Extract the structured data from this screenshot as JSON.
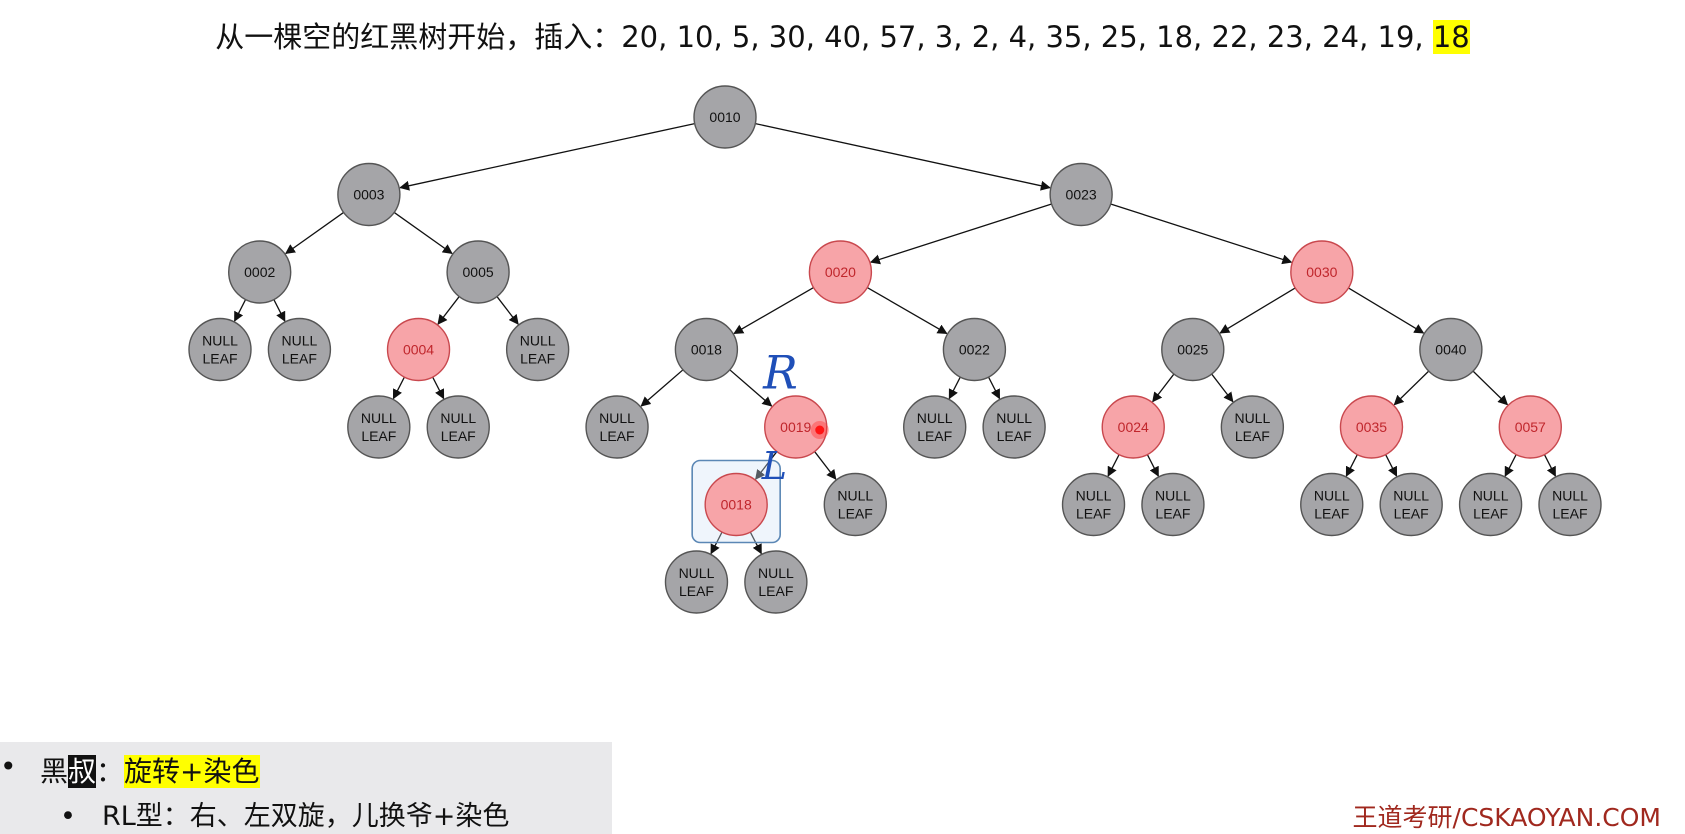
{
  "title": {
    "prefix": "从一棵空的红黑树开始，插入：20, 10, 5, 30, 40, 57, 3, 2, 4, 35, 25, 18, 22, 23, 24, 19, ",
    "highlight": "18"
  },
  "colors": {
    "black_node_fill": "#a5a5a8",
    "black_node_stroke": "#555555",
    "red_node_fill": "#f7a4a8",
    "red_node_stroke": "#c9484e",
    "red_text": "#c0262c",
    "annotation_ink": "#1f4fb8",
    "highlight": "#ffff00",
    "brand": "#a0281e"
  },
  "tree": {
    "root": "0010",
    "nodes": [
      {
        "key": "0010",
        "color": "black",
        "left": "0003",
        "right": "0023"
      },
      {
        "key": "0003",
        "color": "black",
        "left": "0002",
        "right": "0005"
      },
      {
        "key": "0023",
        "color": "black",
        "left": "0020",
        "right": "0030"
      },
      {
        "key": "0002",
        "color": "black",
        "left": null,
        "right": null
      },
      {
        "key": "0005",
        "color": "black",
        "left": "0004",
        "right": null
      },
      {
        "key": "0004",
        "color": "red",
        "left": null,
        "right": null
      },
      {
        "key": "0020",
        "color": "red",
        "left": "0018",
        "right": "0022"
      },
      {
        "key": "0030",
        "color": "red",
        "left": "0025",
        "right": "0040"
      },
      {
        "key": "0018",
        "color": "black",
        "left": null,
        "right": "0019"
      },
      {
        "key": "0019",
        "color": "red",
        "left": "0018b",
        "right": null
      },
      {
        "key": "0018b",
        "label": "0018",
        "color": "red",
        "left": null,
        "right": null
      },
      {
        "key": "0022",
        "color": "black",
        "left": null,
        "right": null
      },
      {
        "key": "0025",
        "color": "black",
        "left": "0024",
        "right": null
      },
      {
        "key": "0024",
        "color": "red",
        "left": null,
        "right": null
      },
      {
        "key": "0040",
        "color": "black",
        "left": "0035",
        "right": "0057"
      },
      {
        "key": "0035",
        "color": "red",
        "left": null,
        "right": null
      },
      {
        "key": "0057",
        "color": "red",
        "left": null,
        "right": null
      }
    ],
    "null_leaf_label": [
      "NULL",
      "LEAF"
    ],
    "highlighted_node": "0018b",
    "cursor_node": "0019",
    "annotations": [
      "R",
      "L"
    ]
  },
  "rules": {
    "bullet": "•",
    "line1_pre": "黑",
    "line1_inv": "叔",
    "line1_sep": "：",
    "line1_hl": "旋转+染色",
    "line2_bullet": "•",
    "line2": "RL型：右、左双旋，儿换爷+染色"
  },
  "brand": "王道考研/CSKAOYAN.COM"
}
